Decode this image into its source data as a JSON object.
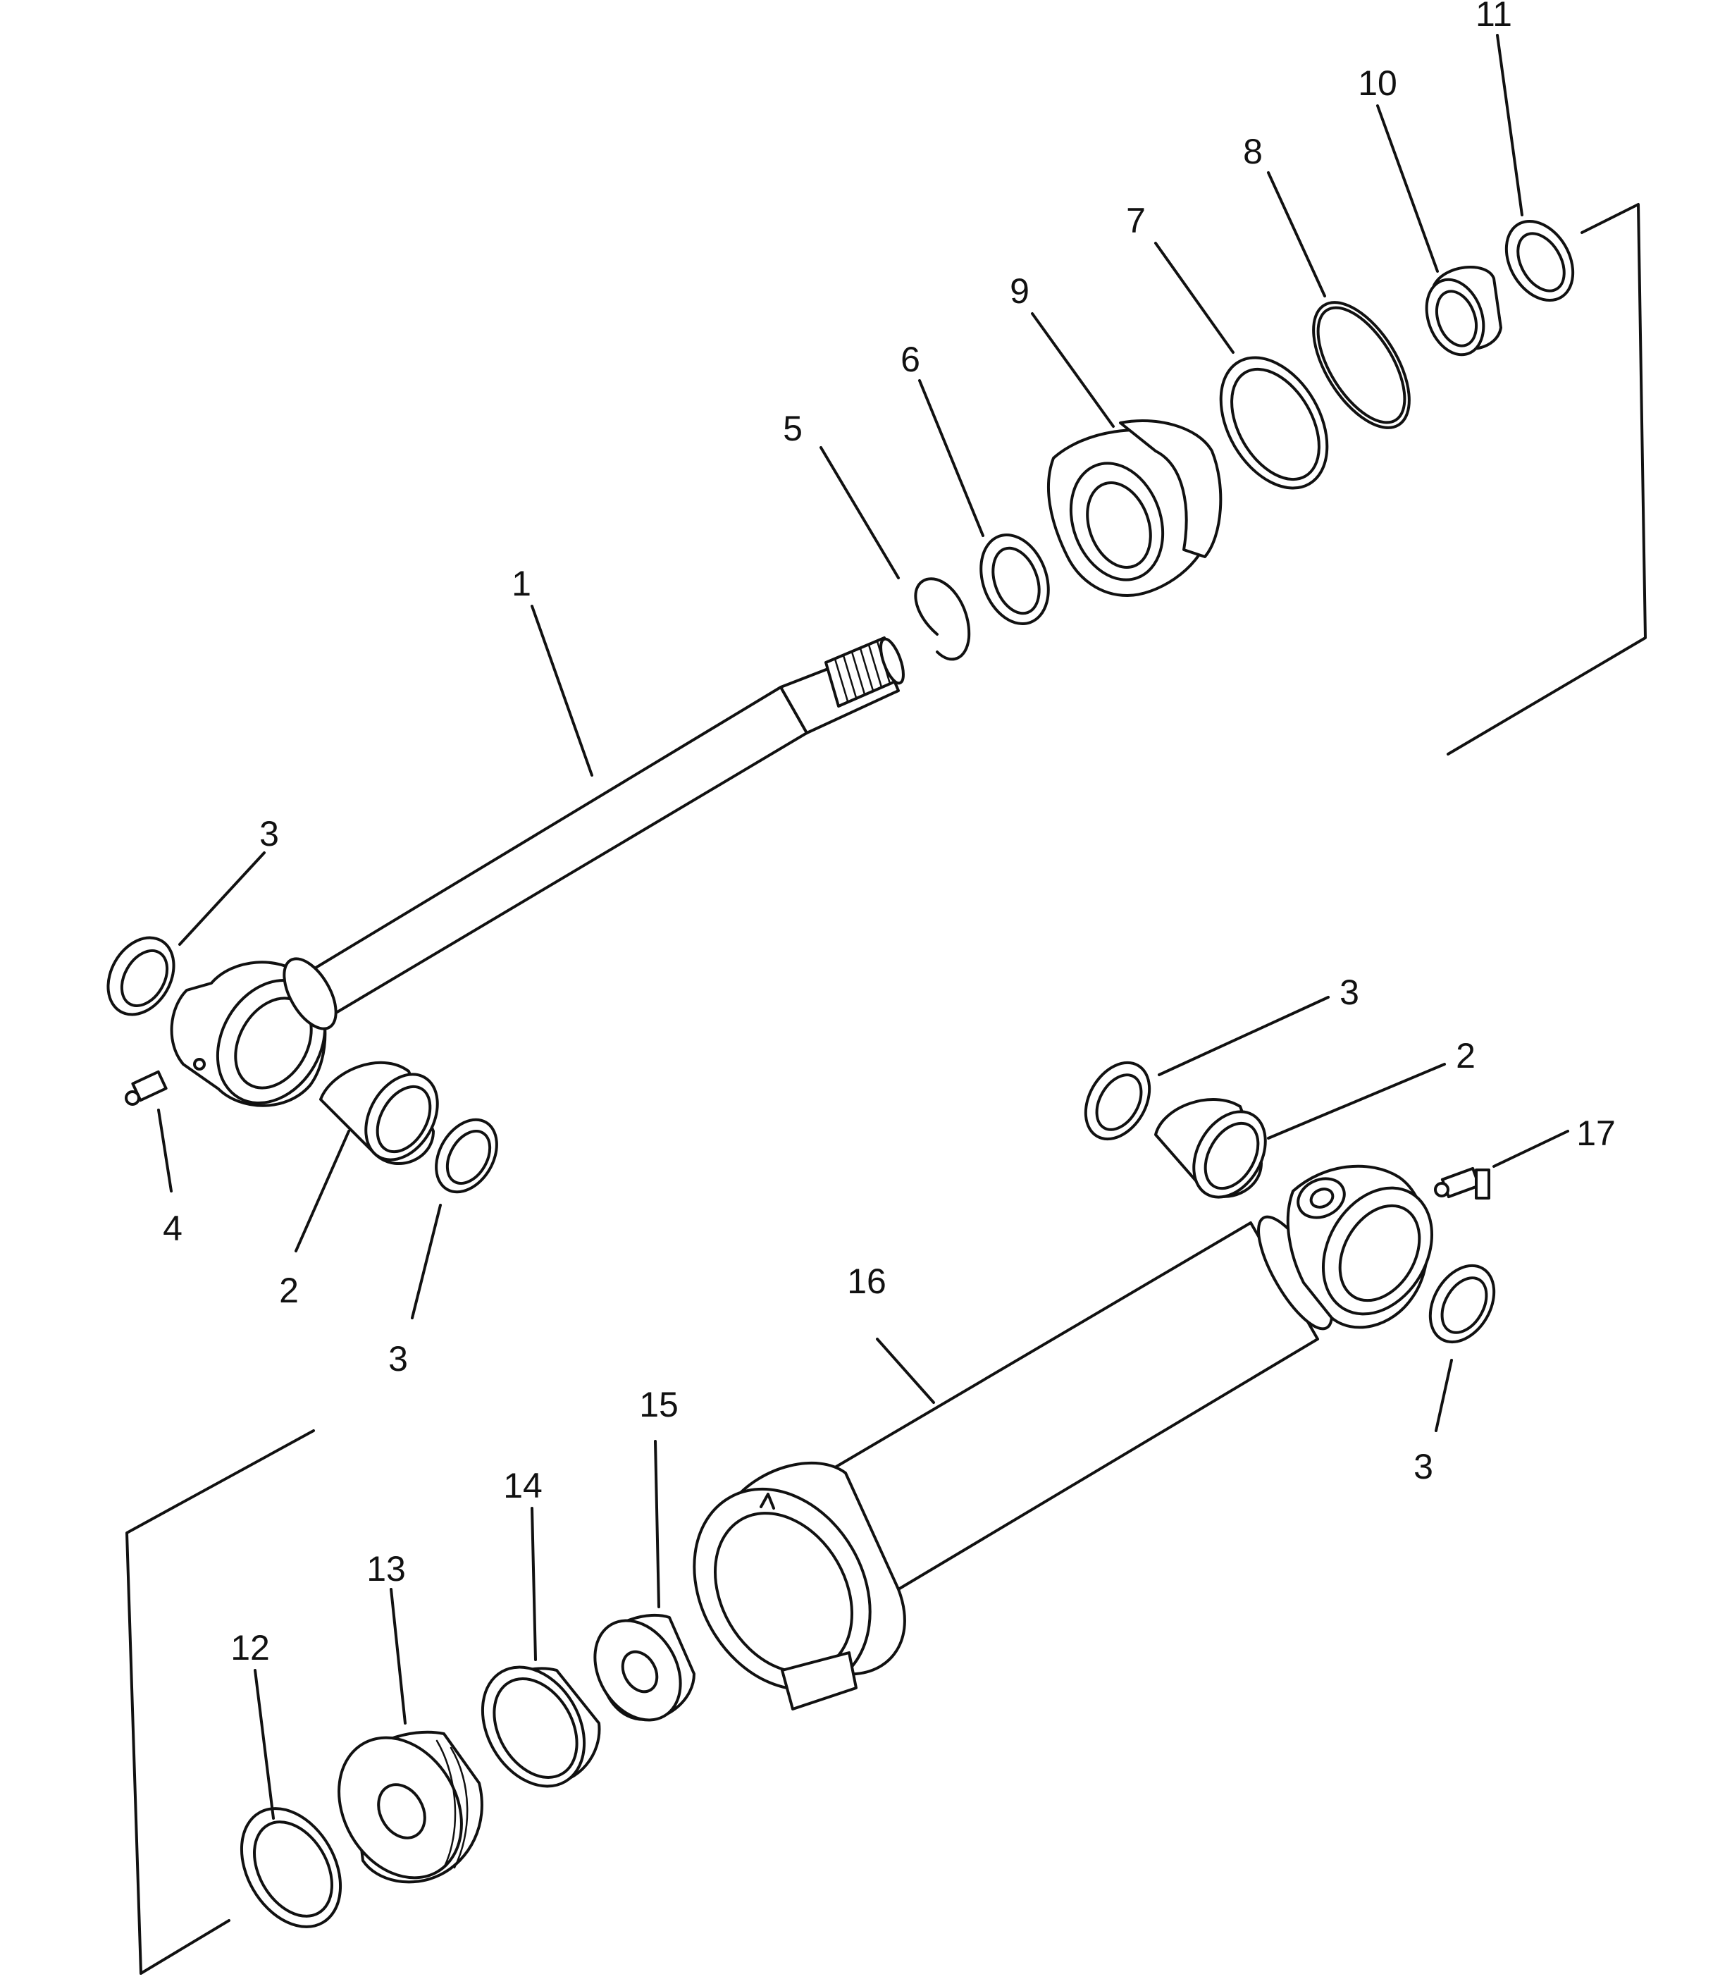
{
  "callouts": [
    {
      "id": "1",
      "label": "1"
    },
    {
      "id": "2-rod",
      "label": "2"
    },
    {
      "id": "2-tube",
      "label": "2"
    },
    {
      "id": "3-rod-left",
      "label": "3"
    },
    {
      "id": "3-rod-right",
      "label": "3"
    },
    {
      "id": "3-tube-top",
      "label": "3"
    },
    {
      "id": "3-tube-bottom",
      "label": "3"
    },
    {
      "id": "4",
      "label": "4"
    },
    {
      "id": "5",
      "label": "5"
    },
    {
      "id": "6",
      "label": "6"
    },
    {
      "id": "7",
      "label": "7"
    },
    {
      "id": "8",
      "label": "8"
    },
    {
      "id": "9",
      "label": "9"
    },
    {
      "id": "10",
      "label": "10"
    },
    {
      "id": "11",
      "label": "11"
    },
    {
      "id": "12",
      "label": "12"
    },
    {
      "id": "13",
      "label": "13"
    },
    {
      "id": "14",
      "label": "14"
    },
    {
      "id": "15",
      "label": "15"
    },
    {
      "id": "16",
      "label": "16"
    },
    {
      "id": "17",
      "label": "17"
    }
  ]
}
